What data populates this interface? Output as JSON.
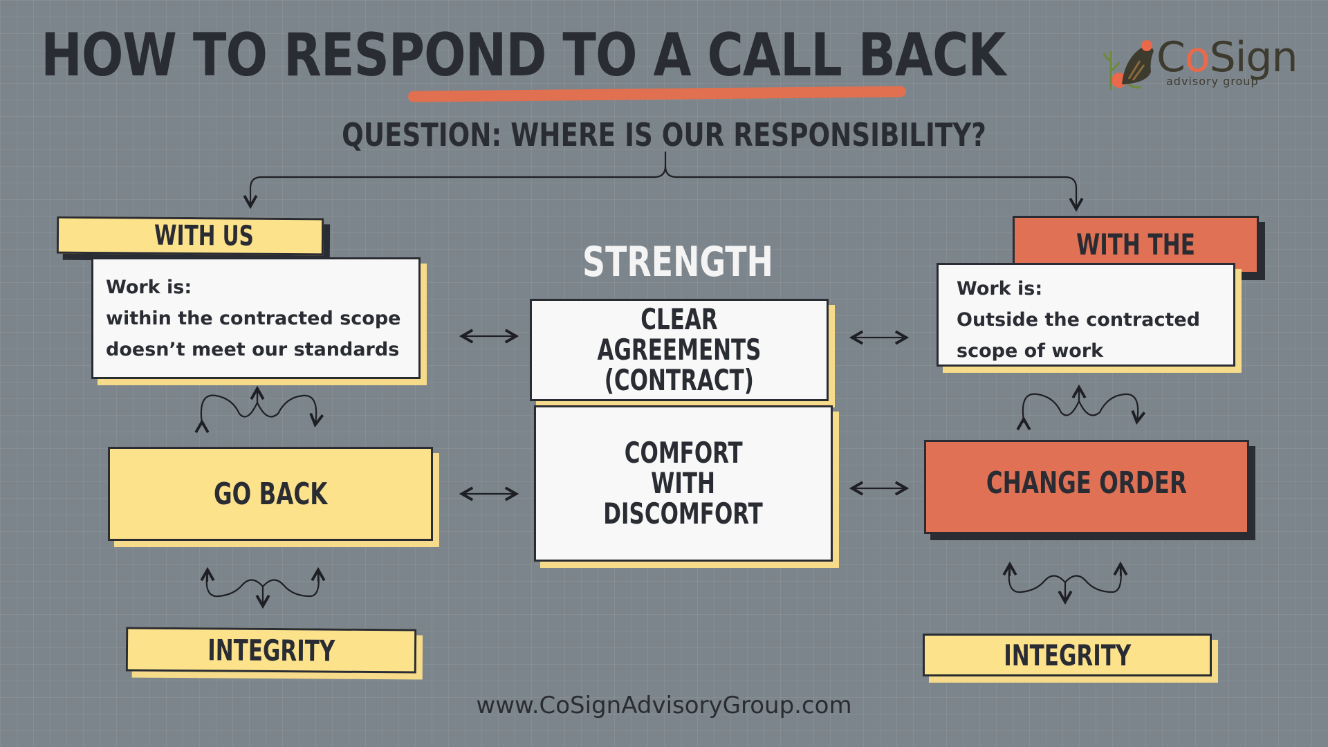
{
  "title": "HOW TO RESPOND TO A CALL BACK",
  "question": "QUESTION: WHERE IS OUR RESPONSIBILITY?",
  "logo": {
    "name_prefix": "C",
    "name_o": "o",
    "name_suffix": "Sign",
    "tagline": "advisory group",
    "icon": "bird-icon"
  },
  "left": {
    "header": "WITH US",
    "card_title": "Work is:",
    "card_lines": [
      "within the contracted scope",
      "doesn’t meet our standards"
    ],
    "action": "GO BACK",
    "value": "INTEGRITY"
  },
  "center": {
    "heading": "STRENGTH",
    "top_box_lines": [
      "CLEAR AGREEMENTS",
      "(CONTRACT)"
    ],
    "bottom_box_lines": [
      "COMFORT",
      "WITH",
      "DISCOMFORT"
    ]
  },
  "right": {
    "header": "WITH THE CLIENT",
    "card_title": "Work is:",
    "card_lines": [
      "Outside the contracted",
      "scope of work"
    ],
    "action": "CHANGE ORDER",
    "value": "INTEGRITY"
  },
  "website": "www.CoSignAdvisoryGroup.com",
  "colors": {
    "background": "#7d858c",
    "yellow": "#fde28c",
    "orange": "#e07155",
    "ink": "#2a2c33",
    "white": "#f8f8f8"
  }
}
